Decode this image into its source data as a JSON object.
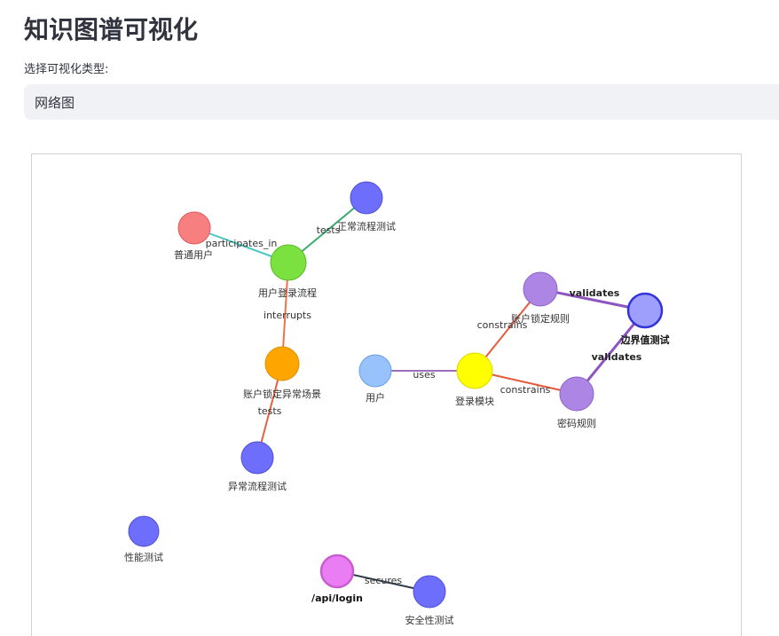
{
  "page": {
    "title": "知识图谱可视化",
    "select_label": "选择可视化类型:",
    "select_value": "网络图"
  },
  "graph": {
    "nodes": [
      {
        "id": "regular_user",
        "label": "普通用户",
        "color": "#f87f80",
        "border": "#e05a5c",
        "bold": false
      },
      {
        "id": "login_flow",
        "label": "用户登录流程",
        "color": "#7be141",
        "border": "#5fb82c",
        "bold": false
      },
      {
        "id": "normal_test",
        "label": "正常流程测试",
        "color": "#6e6efd",
        "border": "#4f4fd6",
        "bold": false
      },
      {
        "id": "lock_scene",
        "label": "账户锁定异常场景",
        "color": "#ffa500",
        "border": "#e08e00",
        "bold": false
      },
      {
        "id": "abnormal_test",
        "label": "异常流程测试",
        "color": "#6e6efd",
        "border": "#4f4fd6",
        "bold": false
      },
      {
        "id": "user",
        "label": "用户",
        "color": "#97c2fc",
        "border": "#6a9fe6",
        "bold": false
      },
      {
        "id": "login_module",
        "label": "登录模块",
        "color": "#ffff00",
        "border": "#d9d900",
        "bold": false
      },
      {
        "id": "lock_rule",
        "label": "账户锁定规则",
        "color": "#ad85e4",
        "border": "#8c63c9",
        "bold": false
      },
      {
        "id": "boundary_test",
        "label": "边界值测试",
        "color": "#9e9efd",
        "border": "#3434d9",
        "bold": true
      },
      {
        "id": "password_rule",
        "label": "密码规则",
        "color": "#ad85e4",
        "border": "#8c63c9",
        "bold": false
      },
      {
        "id": "perf_test",
        "label": "性能测试",
        "color": "#6e6efd",
        "border": "#4f4fd6",
        "bold": false
      },
      {
        "id": "api_login",
        "label": "/api/login",
        "color": "#eb7df4",
        "border": "#c85dd2",
        "bold": true
      },
      {
        "id": "security_test",
        "label": "安全性测试",
        "color": "#6e6efd",
        "border": "#4f4fd6",
        "bold": false
      }
    ],
    "edges": [
      {
        "from": "regular_user",
        "to": "login_flow",
        "label": "participates_in",
        "color": "#4fc9c0",
        "bold": false
      },
      {
        "from": "login_flow",
        "to": "normal_test",
        "label": "tests",
        "color": "#3aaa6e",
        "bold": false
      },
      {
        "from": "login_flow",
        "to": "lock_scene",
        "label": "interrupts",
        "color": "#f0714a",
        "bold": false
      },
      {
        "from": "lock_scene",
        "to": "abnormal_test",
        "label": "tests",
        "color": "#e8603e",
        "bold": false
      },
      {
        "from": "user",
        "to": "login_module",
        "label": "uses",
        "color": "#9a6fc0",
        "bold": false
      },
      {
        "from": "login_module",
        "to": "lock_rule",
        "label": "constrains",
        "color": "#e55b3c",
        "bold": false
      },
      {
        "from": "login_module",
        "to": "password_rule",
        "label": "constrains",
        "color": "#e55b3c",
        "bold": false
      },
      {
        "from": "lock_rule",
        "to": "boundary_test",
        "label": "validates",
        "color": "#8e55c0",
        "bold": true
      },
      {
        "from": "password_rule",
        "to": "boundary_test",
        "label": "validates",
        "color": "#8e55c0",
        "bold": true
      },
      {
        "from": "api_login",
        "to": "security_test",
        "label": "secures",
        "color": "#2f3a4a",
        "bold": false
      }
    ]
  }
}
